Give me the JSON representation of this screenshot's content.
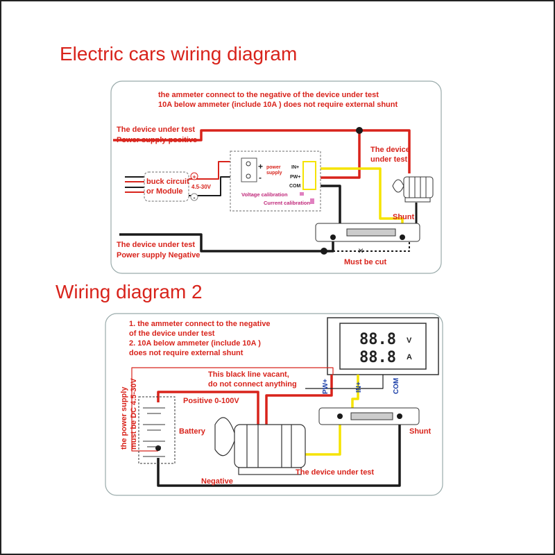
{
  "diagram1": {
    "title": "Electric cars wiring diagram",
    "note_line1": "the ammeter connect to the negative of the device under test",
    "note_line2": "10A below ammeter (include 10A ) does not require external shunt",
    "pos_label_1": "The device under test",
    "pos_label_2": "Power supply positive",
    "neg_label_1": "The device under test",
    "neg_label_2": "Power supply Negative",
    "buck_1": "buck circuit",
    "buck_2": "or Module",
    "buck_voltage": "4.5-30V",
    "plus_sign": "+",
    "minus_sign": "-",
    "power_1": "power",
    "power_2": "supply",
    "in_plus": "IN+",
    "pw_plus": "PW+",
    "com": "COM",
    "voltage_cal": "Voltage calibration",
    "current_cal": "Current calibration",
    "device_1": "The device",
    "device_2": "under test",
    "shunt": "Shunt",
    "must_cut": "Must be cut"
  },
  "diagram2": {
    "title": "Wiring diagram 2",
    "note_1": "1. the ammeter connect to the negative",
    "note_2": "of the device under test",
    "note_3": "2. 10A below ammeter (include 10A )",
    "note_4": "does not require external shunt",
    "vacant_1": "This black line vacant,",
    "vacant_2": "do not connect anything",
    "supply_vertical_1": "the power supply",
    "supply_vertical_2": "must be DC 4.5-30V",
    "positive": "Positive 0-100V",
    "battery": "Battery",
    "negative": "Negative",
    "device": "The device under test",
    "shunt": "Shunt",
    "pw_plus": "PW+",
    "in_plus": "IN+",
    "com": "COM",
    "unit_v": "V",
    "unit_a": "A",
    "digits_v": "88.8",
    "digits_a": "88.8"
  },
  "colors": {
    "wire_red": "#d8231b",
    "wire_yellow": "#f5e300",
    "wire_black": "#1a1a1a",
    "label_red": "#d8231b",
    "label_blue": "#1b3fa8"
  }
}
